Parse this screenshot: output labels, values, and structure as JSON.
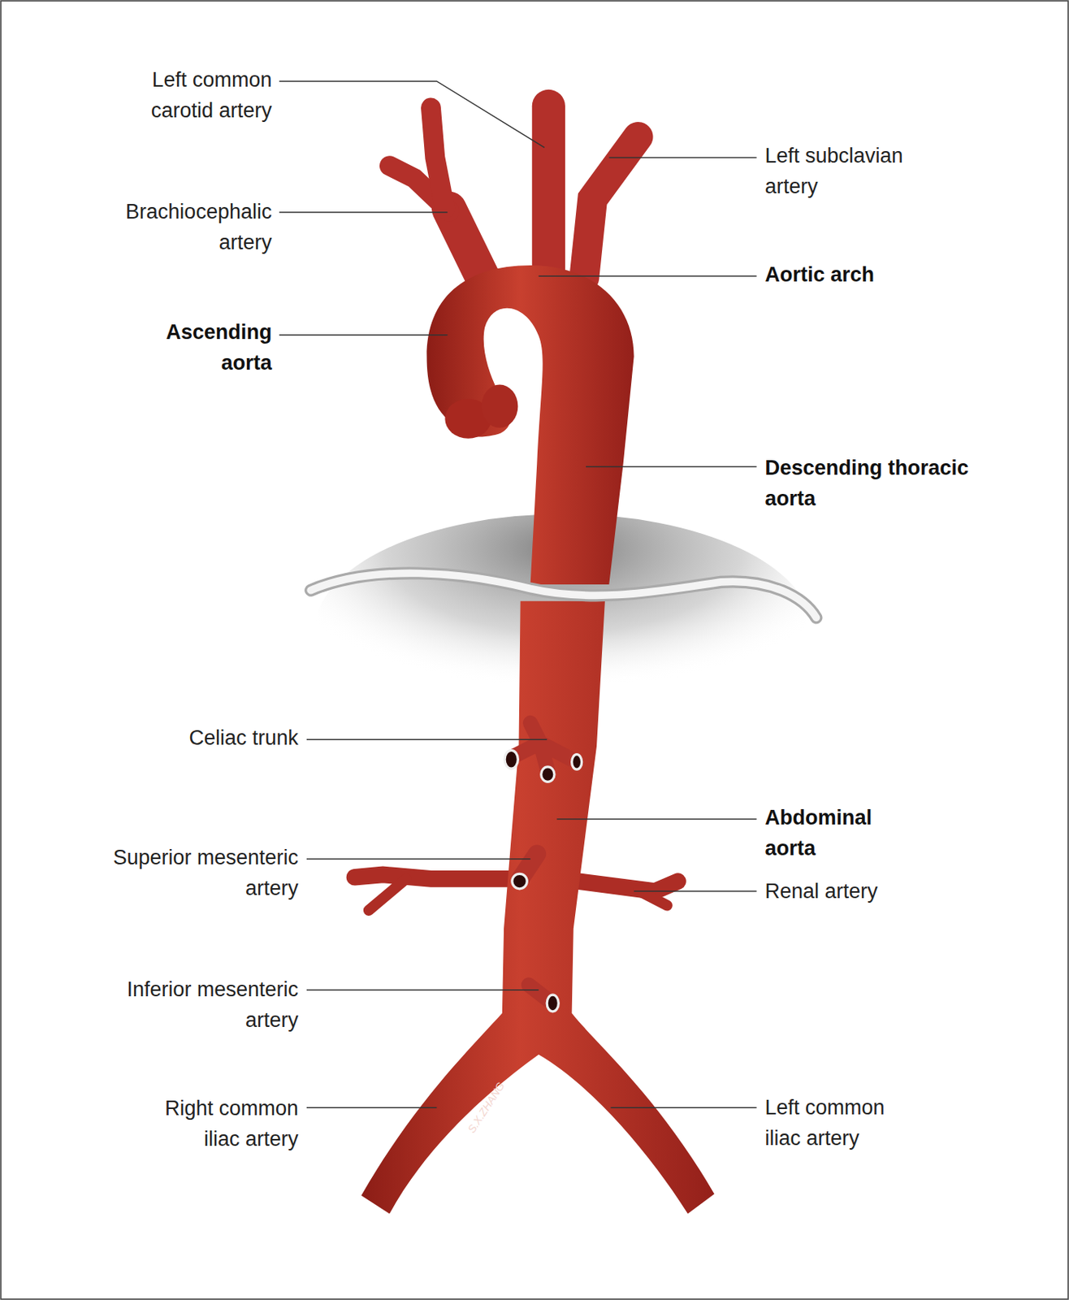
{
  "diagram": {
    "labels": [
      "Left common carotid artery",
      "Brachiocephalic artery",
      "Ascending aorta",
      "Left subclavian artery",
      "Aortic arch",
      "Descending thoracic aorta",
      "Celiac trunk",
      "Abdominal aorta",
      "Superior mesenteric artery",
      "Renal artery",
      "Inferior mesenteric artery",
      "Right common iliac artery",
      "Left common iliac artery",
      "S.X.ZHANG"
    ]
  }
}
